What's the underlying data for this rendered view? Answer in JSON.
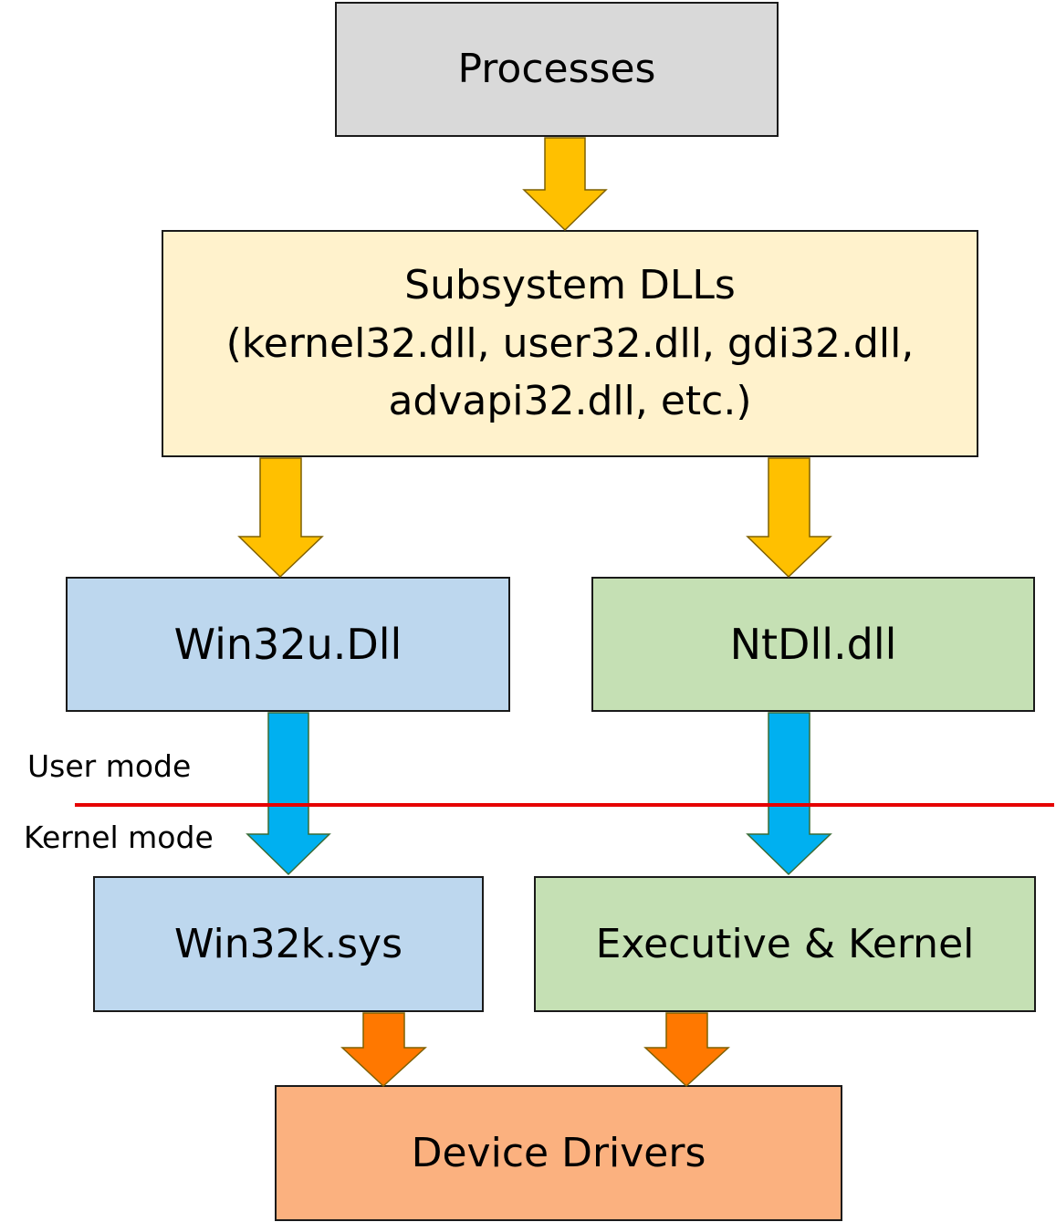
{
  "nodes": {
    "processes": "Processes",
    "subsystem": {
      "line1": "Subsystem DLLs",
      "line2": "(kernel32.dll, user32.dll, gdi32.dll,",
      "line3": "advapi32.dll, etc.)"
    },
    "win32u": "Win32u.Dll",
    "ntdll": "NtDll.dll",
    "win32k": "Win32k.sys",
    "executive": "Executive & Kernel",
    "drivers": "Device Drivers"
  },
  "labels": {
    "user_mode": "User mode",
    "kernel_mode": "Kernel mode"
  },
  "colors": {
    "processes": "#d9d9d9",
    "subsystem": "#fff2cc",
    "win32": "#bdd7ee",
    "nt": "#c5e0b4",
    "drivers": "#fbb17f",
    "arrow_gold": "#ffc000",
    "arrow_blue": "#00b0f0",
    "arrow_orange": "#ff7800",
    "boundary_line": "#e60000"
  },
  "edges": [
    {
      "from": "Processes",
      "to": "Subsystem DLLs",
      "color": "gold"
    },
    {
      "from": "Subsystem DLLs",
      "to": "Win32u.Dll",
      "color": "gold"
    },
    {
      "from": "Subsystem DLLs",
      "to": "NtDll.dll",
      "color": "gold"
    },
    {
      "from": "Win32u.Dll",
      "to": "Win32k.sys",
      "color": "blue"
    },
    {
      "from": "NtDll.dll",
      "to": "Executive & Kernel",
      "color": "blue"
    },
    {
      "from": "Win32k.sys",
      "to": "Device Drivers",
      "color": "orange"
    },
    {
      "from": "Executive & Kernel",
      "to": "Device Drivers",
      "color": "orange"
    }
  ]
}
